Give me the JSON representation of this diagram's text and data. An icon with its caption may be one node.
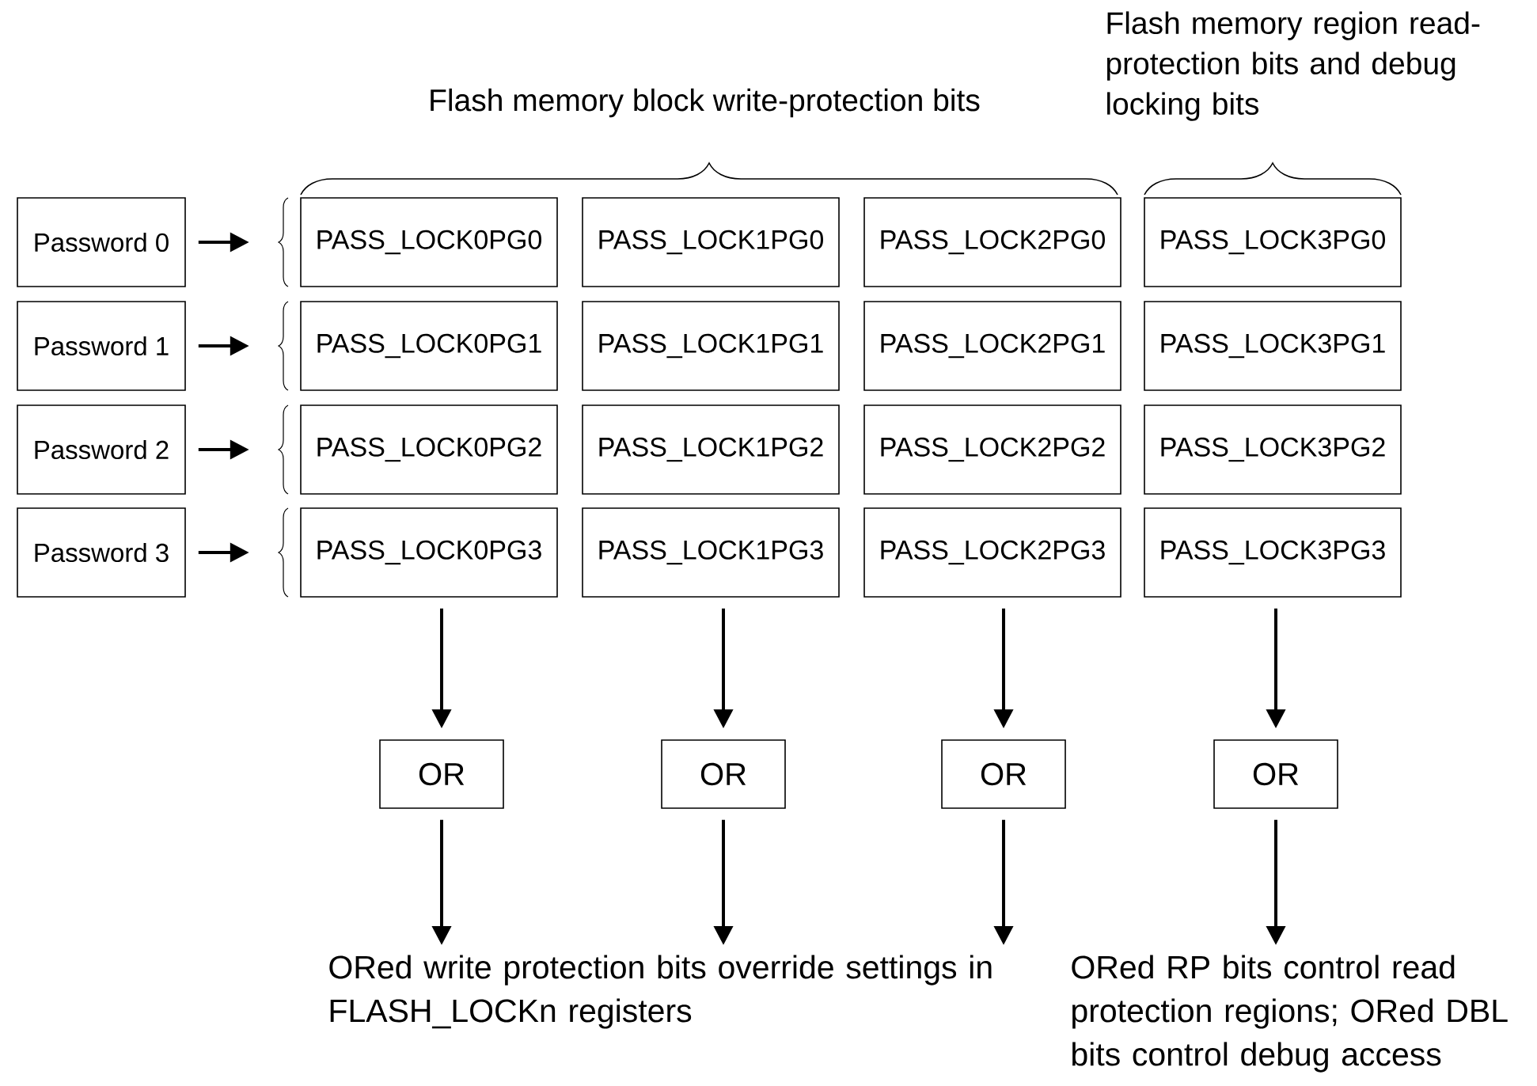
{
  "diagram": {
    "nodes": [
      {
        "text": [
          "Password 0"
        ]
      },
      {
        "text": [
          "Password 1"
        ]
      },
      {
        "text": [
          "Password 2"
        ]
      },
      {
        "text": [
          "Password 3"
        ]
      },
      {
        "text": [
          "PASS_LOCK0PG0"
        ]
      },
      {
        "text": [
          "PASS_LOCK1PG0"
        ]
      },
      {
        "text": [
          "PASS_LOCK2PG0"
        ]
      },
      {
        "text": [
          "PASS_LOCK3PG0"
        ]
      },
      {
        "text": [
          "PASS_LOCK0PG1"
        ]
      },
      {
        "text": [
          "PASS_LOCK1PG1"
        ]
      },
      {
        "text": [
          "PASS_LOCK2PG1"
        ]
      },
      {
        "text": [
          "PASS_LOCK3PG1"
        ]
      },
      {
        "text": [
          "PASS_LOCK0PG2"
        ]
      },
      {
        "text": [
          "PASS_LOCK1PG2"
        ]
      },
      {
        "text": [
          "PASS_LOCK2PG2"
        ]
      },
      {
        "text": [
          "PASS_LOCK3PG2"
        ]
      },
      {
        "text": [
          "PASS_LOCK0PG3"
        ]
      },
      {
        "text": [
          "PASS_LOCK1PG3"
        ]
      },
      {
        "text": [
          "PASS_LOCK2PG3"
        ]
      },
      {
        "text": [
          "PASS_LOCK3PG3"
        ]
      },
      {
        "text": [
          "OR"
        ]
      },
      {
        "text": [
          "OR"
        ]
      },
      {
        "text": [
          "OR"
        ]
      },
      {
        "text": [
          "OR"
        ]
      },
      {
        "text": [
          "ORed write protection bits override settings in FLASH_LOCKn registers"
        ]
      },
      {
        "text": [
          "ORed RP bits control read protection regions; ORed DBL bits control debug access"
        ]
      }
    ],
    "edges": [
      {
        "from": 0,
        "to": null,
        "arrow": "to"
      },
      {
        "from": 1,
        "to": null,
        "arrow": "to"
      },
      {
        "from": 2,
        "to": null,
        "arrow": "to"
      },
      {
        "from": 3,
        "to": null,
        "arrow": "to"
      },
      {
        "from": 16,
        "to": 20,
        "arrow": "to"
      },
      {
        "from": 17,
        "to": 21,
        "arrow": "to"
      },
      {
        "from": 18,
        "to": 22,
        "arrow": "to"
      },
      {
        "from": 19,
        "to": 23,
        "arrow": "to"
      },
      {
        "from": 20,
        "to": 24,
        "arrow": "to"
      },
      {
        "from": 21,
        "to": 24,
        "arrow": "to"
      },
      {
        "from": 22,
        "to": 24,
        "arrow": "to"
      },
      {
        "from": 23,
        "to": 25,
        "arrow": "to"
      }
    ],
    "labels": [
      "Flash memory block write-protection bits",
      "Flash memory region read-protection bits and debug locking bits"
    ]
  }
}
